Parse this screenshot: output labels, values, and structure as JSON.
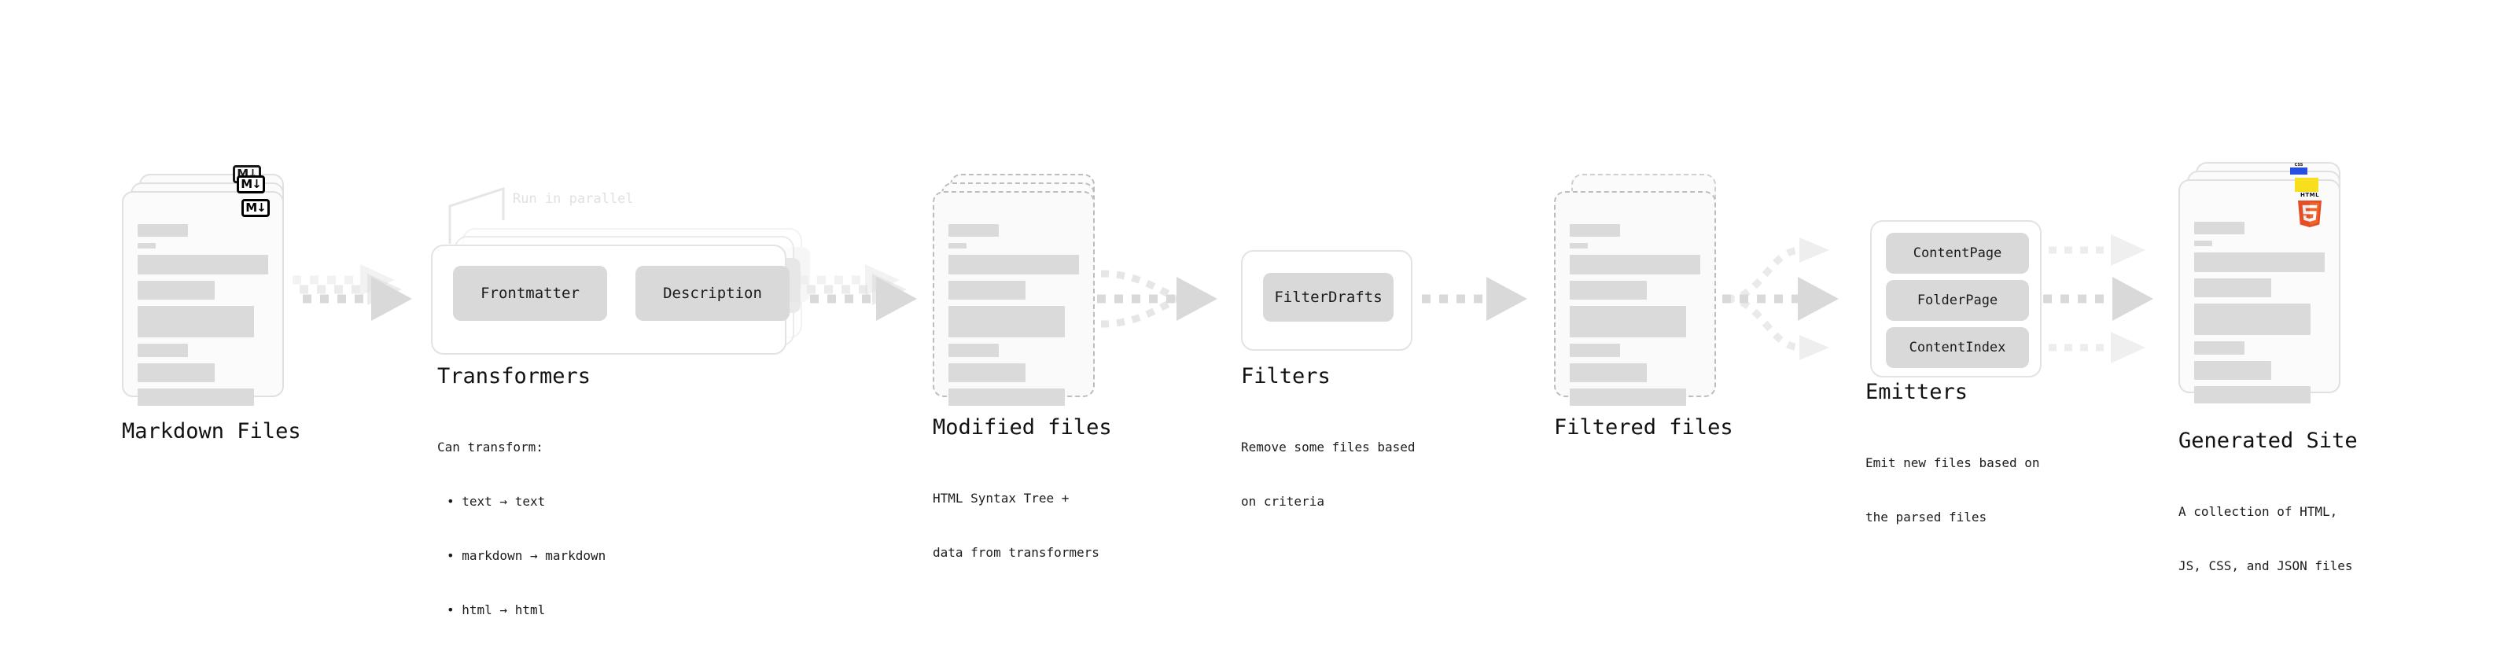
{
  "diagram": {
    "title_omitted": true,
    "accent_colors": {
      "bar_fill": "#dadada",
      "card_border": "#e0e0e0",
      "dashed_border": "#bdbdbd",
      "pill_fill": "#d9d9d9",
      "arrow_fill": "#d9d9d9",
      "html5_orange": "#e44d26",
      "html5_orange_light": "#f16529",
      "css3_blue": "#264de4",
      "js_yellow": "#f7df1e",
      "text": "#111111",
      "muted_text": "#e1e1e1"
    }
  },
  "stages": [
    {
      "id": "markdown-files",
      "title": "Markdown Files",
      "subtitle": "",
      "icon": "markdown-icon",
      "icon_text": "M↓"
    },
    {
      "id": "transformers",
      "title": "Transformers",
      "subtitle_lines": [
        "Can transform:",
        "• text → text",
        "• markdown → markdown",
        "• html → html"
      ],
      "annotation": "Run in parallel",
      "items": [
        "Frontmatter",
        "Description"
      ]
    },
    {
      "id": "modified-files",
      "title": "Modified files",
      "subtitle_lines": [
        "HTML Syntax Tree +",
        "data from transformers"
      ]
    },
    {
      "id": "filters",
      "title": "Filters",
      "subtitle_lines": [
        "Remove some files based",
        "on criteria"
      ],
      "items": [
        "FilterDrafts"
      ]
    },
    {
      "id": "filtered-files",
      "title": "Filtered files",
      "subtitle_lines": []
    },
    {
      "id": "emitters",
      "title": "Emitters",
      "subtitle_lines": [
        "Emit new files based on",
        "the parsed files"
      ],
      "items": [
        "ContentPage",
        "FolderPage",
        "ContentIndex"
      ]
    },
    {
      "id": "generated-site",
      "title": "Generated Site",
      "subtitle_lines": [
        "A collection of HTML,",
        "JS, CSS, and JSON files"
      ],
      "icons": [
        "html5-icon",
        "css3-icon",
        "javascript-icon"
      ],
      "icon_labels": {
        "html5": "HTML",
        "css3": "CSS"
      }
    }
  ],
  "flow": {
    "arrow_style": "dotted-triangle",
    "connections": [
      {
        "from": "markdown-files",
        "to": "transformers",
        "kind": "parallel-stacked"
      },
      {
        "from": "transformers",
        "to": "modified-files",
        "kind": "parallel-stacked"
      },
      {
        "from": "modified-files",
        "to": "filters",
        "kind": "merge"
      },
      {
        "from": "filters",
        "to": "filtered-files",
        "kind": "single"
      },
      {
        "from": "filtered-files",
        "to": "emitters",
        "kind": "split"
      },
      {
        "from": "emitters",
        "to": "generated-site",
        "kind": "triple"
      }
    ]
  }
}
